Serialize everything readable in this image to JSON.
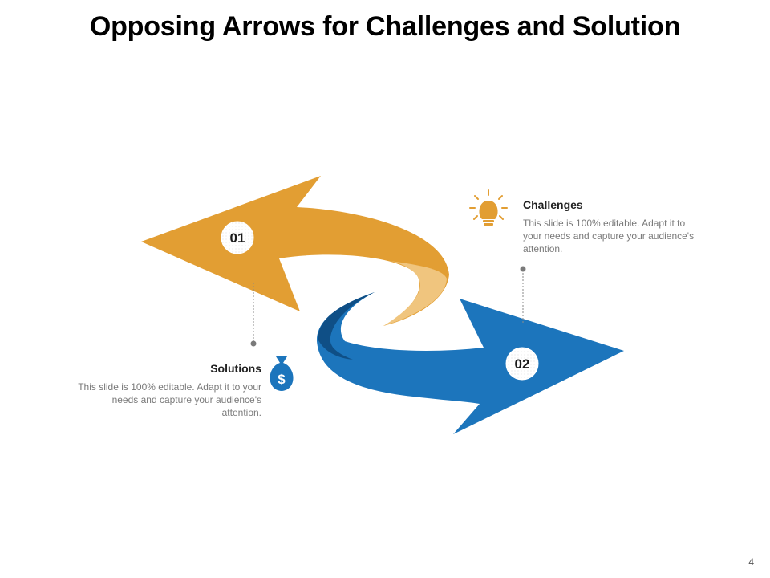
{
  "title": "Opposing Arrows for Challenges and Solution",
  "page_number": "4",
  "colors": {
    "orange": "#E29E33",
    "orange_light": "#F0C57E",
    "blue": "#1C75BC",
    "blue_dark": "#0F4F86",
    "text_gray": "#7A7A7A"
  },
  "steps": [
    {
      "number": "01",
      "color": "#E29E33",
      "icon": "lightbulb-icon"
    },
    {
      "number": "02",
      "color": "#1C75BC",
      "icon": "money-bag-icon"
    }
  ],
  "challenges": {
    "heading": "Challenges",
    "body": "This slide is 100% editable. Adapt it to your needs and capture your audience's attention."
  },
  "solutions": {
    "heading": "Solutions",
    "body": "This slide is 100% editable. Adapt it to your needs and capture your audience's attention."
  }
}
